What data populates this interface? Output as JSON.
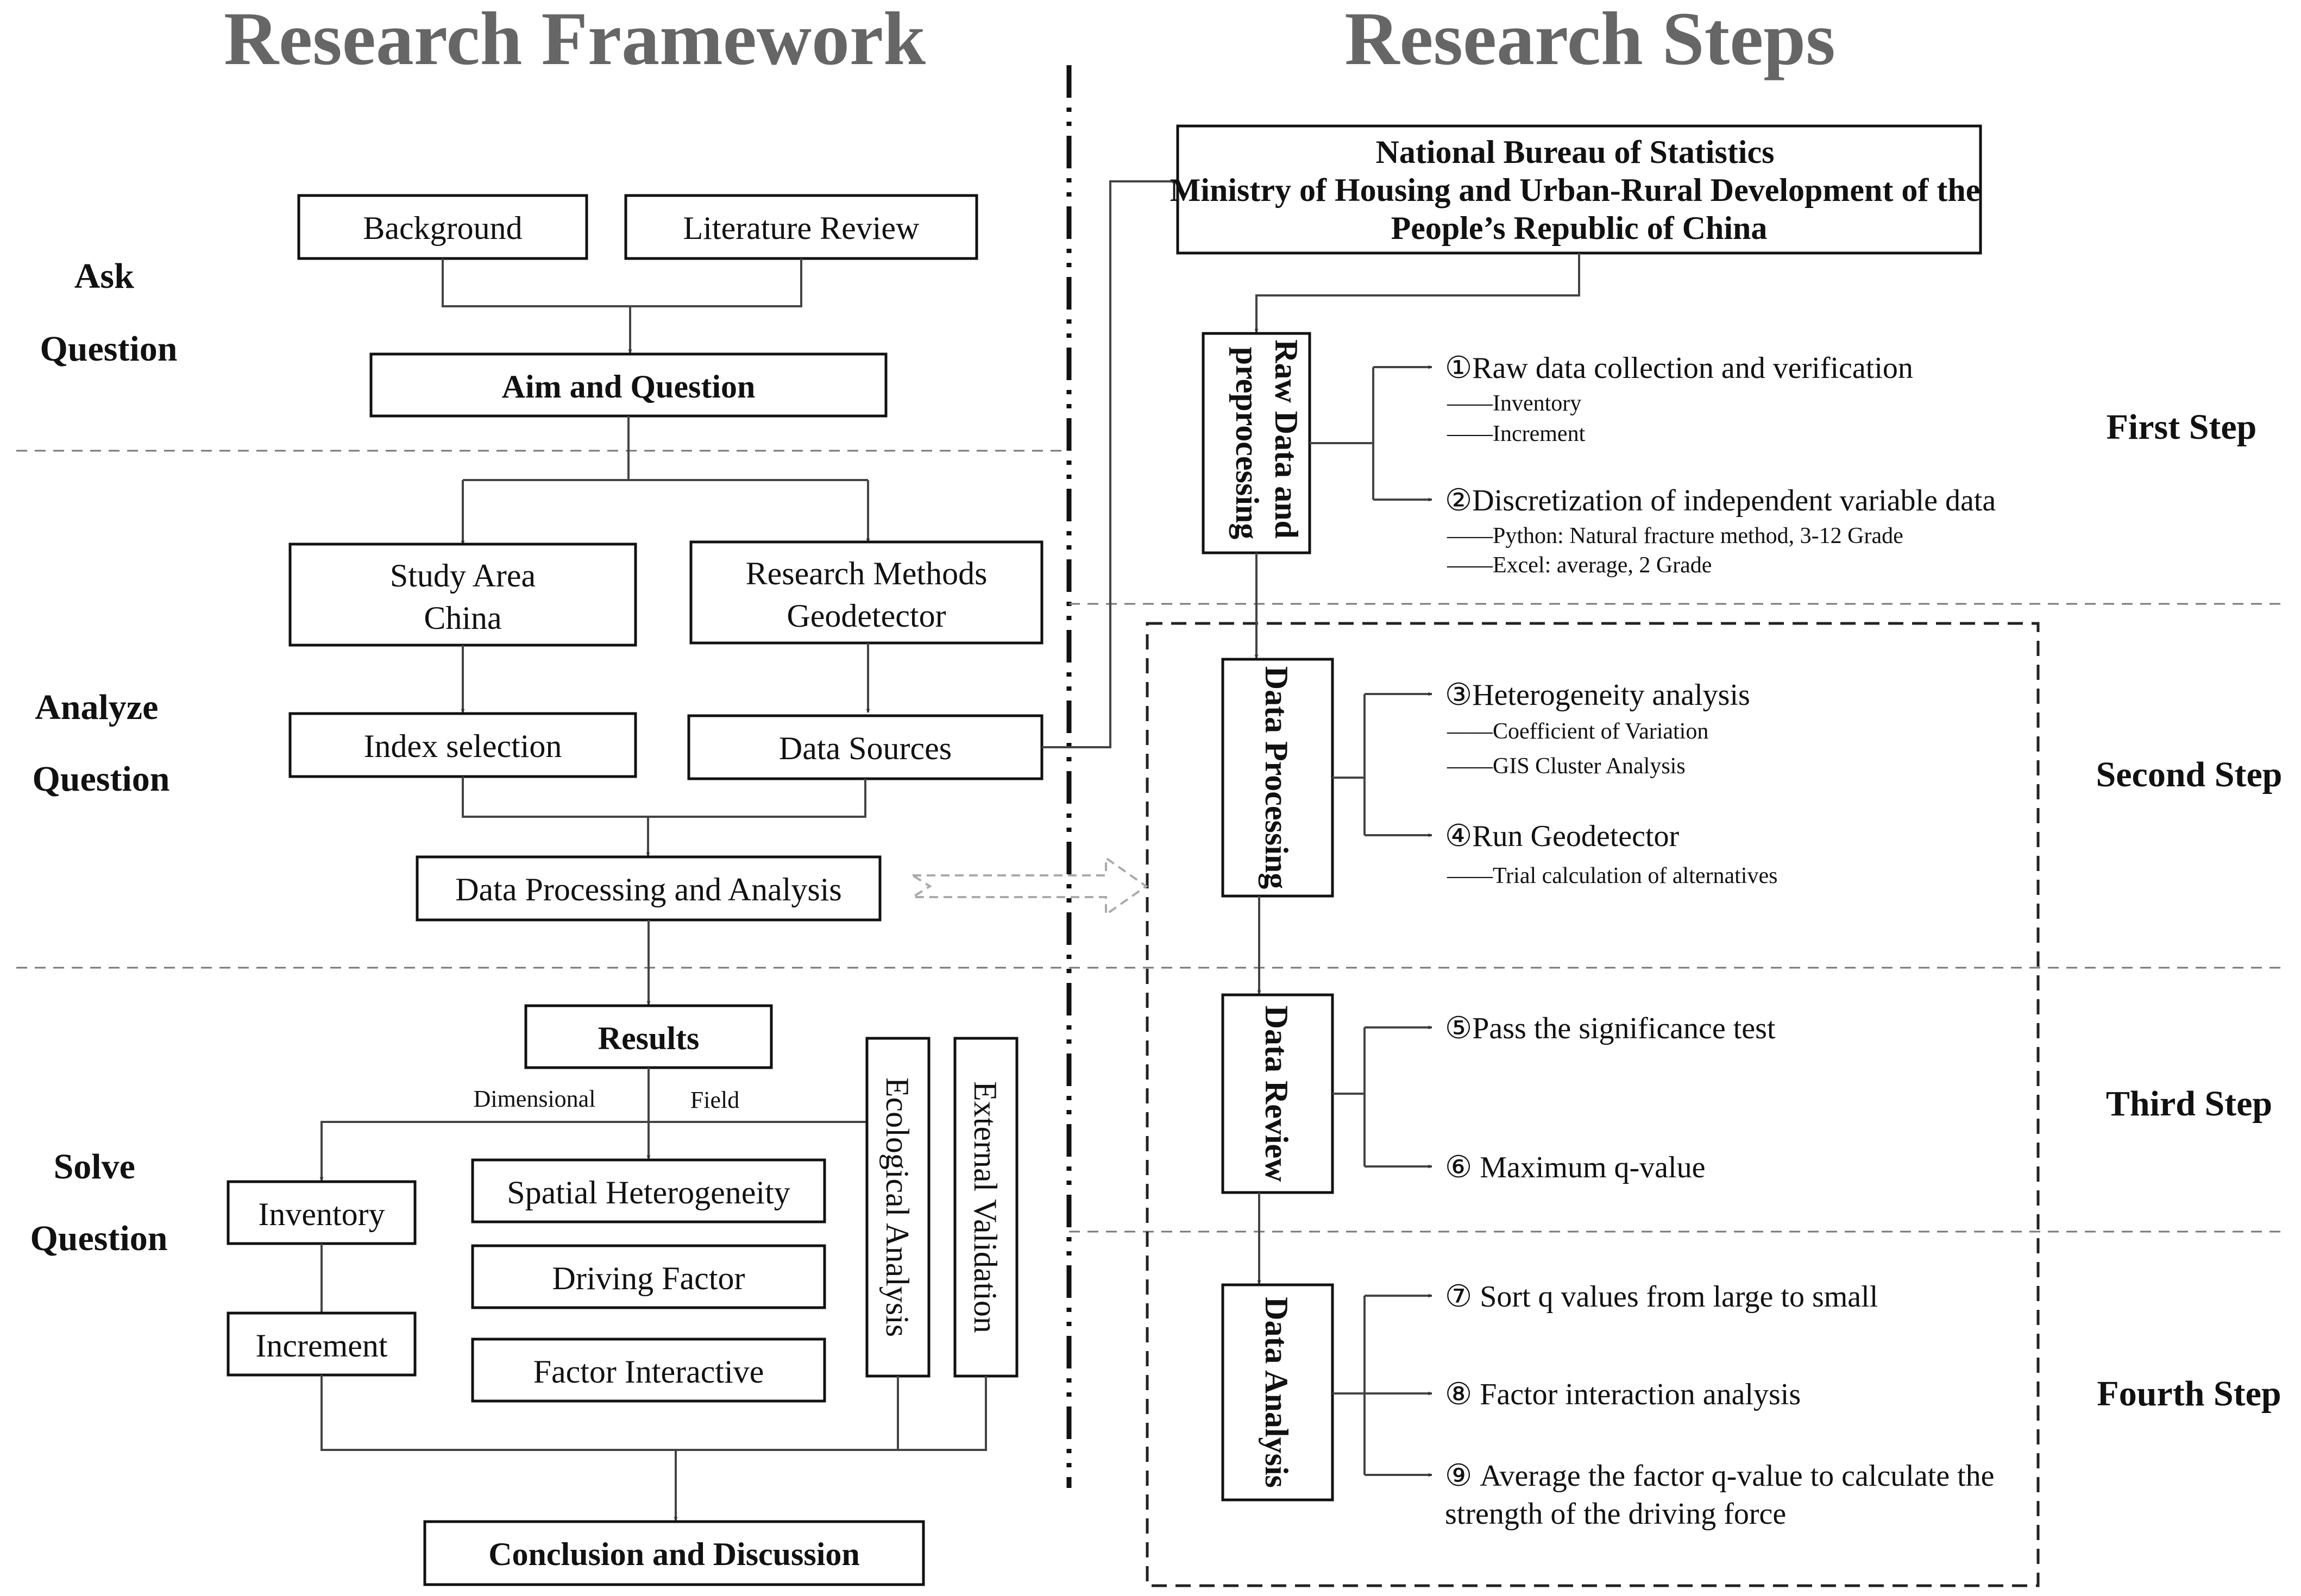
{
  "titles": {
    "framework": "Research Framework",
    "steps": "Research Steps"
  },
  "phases": {
    "ask": [
      "Ask",
      "Question"
    ],
    "analyze": [
      "Analyze",
      "Question"
    ],
    "solve": [
      "Solve",
      "Question"
    ]
  },
  "framework": {
    "background": "Background",
    "literature_review": "Literature Review",
    "aim_question": "Aim and Question",
    "study_area": [
      "Study Area",
      "China"
    ],
    "research_methods": [
      "Research Methods",
      "Geodetector"
    ],
    "index_selection": "Index selection",
    "data_sources": "Data Sources",
    "data_processing_analysis": "Data Processing and Analysis",
    "results": "Results",
    "dimensional_label": "Dimensional",
    "field_label": "Field",
    "inventory": "Inventory",
    "increment": "Increment",
    "spatial_heterogeneity": "Spatial Heterogeneity",
    "driving_factor": "Driving Factor",
    "factor_interactive": "Factor Interactive",
    "ecological_analysis": "Ecological Analysis",
    "external_validation": "External Validation",
    "conclusion": "Conclusion and Discussion"
  },
  "steps": {
    "source": [
      "National Bureau of Statistics",
      "Ministry of Housing and Urban-Rural Development of the",
      "People’s Republic of China"
    ],
    "first": {
      "label": "First Step",
      "box": [
        "Raw Data and",
        "preprocessing"
      ],
      "items": [
        {
          "num": "①",
          "text": "Raw data collection and verification",
          "subs": [
            "——Inventory",
            "——Increment"
          ]
        },
        {
          "num": "②",
          "text": "Discretization of independent variable data",
          "subs": [
            "——Python: Natural fracture method, 3-12 Grade",
            "——Excel: average, 2 Grade"
          ]
        }
      ]
    },
    "second": {
      "label": "Second Step",
      "box": "Data Processing",
      "items": [
        {
          "num": "③",
          "text": "Heterogeneity analysis",
          "subs": [
            "——Coefficient of Variation",
            "——GIS Cluster Analysis"
          ]
        },
        {
          "num": "④",
          "text": "Run Geodetector",
          "subs": [
            "——Trial calculation of alternatives"
          ]
        }
      ]
    },
    "third": {
      "label": "Third Step",
      "box": "Data Review",
      "items": [
        {
          "num": "⑤",
          "text": "Pass the significance test"
        },
        {
          "num": "⑥",
          "text": "Maximum q-value"
        }
      ]
    },
    "fourth": {
      "label": "Fourth Step",
      "box": "Data Analysis",
      "items": [
        {
          "num": "⑦",
          "text": "Sort q values from large to small"
        },
        {
          "num": "⑧",
          "text": "Factor interaction analysis"
        },
        {
          "num": "⑨",
          "text": "Average the factor q-value to calculate the",
          "cont": "strength of the driving force"
        }
      ]
    }
  }
}
